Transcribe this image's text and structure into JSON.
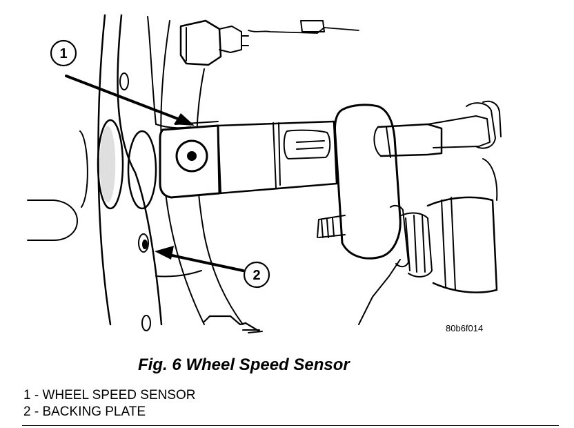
{
  "figure": {
    "code": "80b6f014",
    "caption": "Fig. 6 Wheel Speed Sensor",
    "callouts": [
      {
        "number": "1"
      },
      {
        "number": "2"
      }
    ]
  },
  "legend": [
    {
      "text": "1 - WHEEL SPEED SENSOR"
    },
    {
      "text": "2 - BACKING PLATE"
    }
  ]
}
